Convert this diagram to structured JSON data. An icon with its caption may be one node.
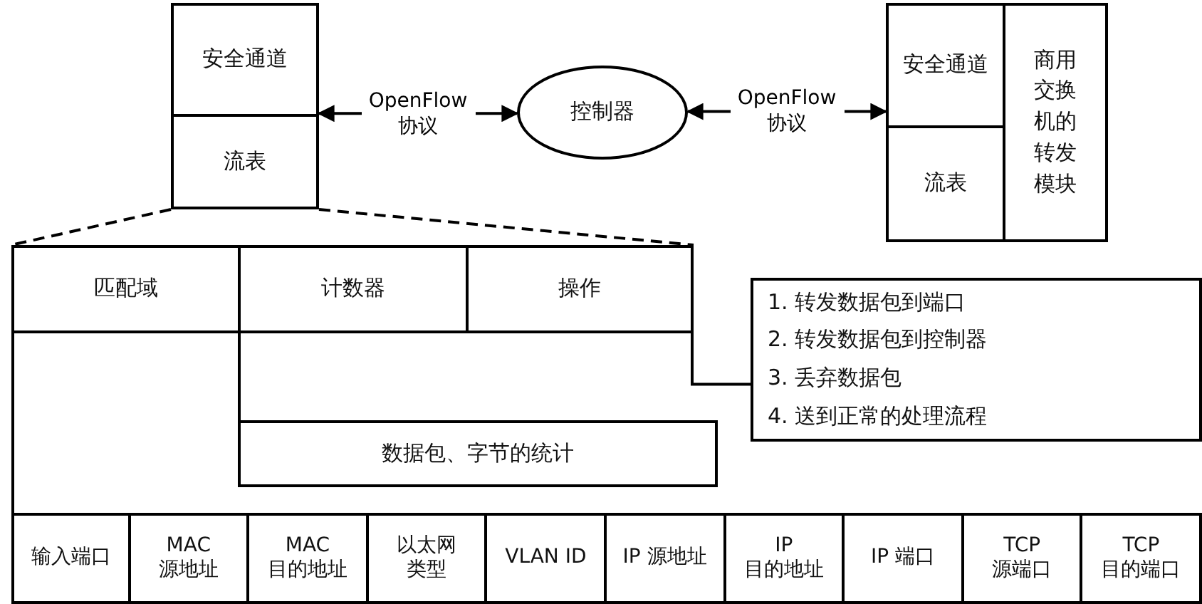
{
  "diagram": {
    "nodes": [
      {
        "text": [],
        "shape": "box"
      },
      {
        "text": [
          "安全通道"
        ],
        "in": 0
      },
      {
        "text": [
          "流表"
        ],
        "in": 0
      },
      {
        "text": [
          "控制器"
        ]
      },
      {
        "text": [],
        "shape": "box"
      },
      {
        "text": [
          "安全通道"
        ],
        "in": 4
      },
      {
        "text": [
          "流表"
        ],
        "in": 4
      },
      {
        "text": [
          "商用交换机的转发模块"
        ],
        "in": 4
      },
      {
        "text": [],
        "shape": "box"
      },
      {
        "text": [
          "匹配域"
        ],
        "in": 8
      },
      {
        "text": [
          "计数器"
        ],
        "in": 8
      },
      {
        "text": [
          "操作"
        ],
        "in": 8
      },
      {
        "text": [
          "1. 转发数据包到端口",
          "2. 转发数据包到控制器",
          "3. 丢弃数据包",
          "4. 送到正常的处理流程"
        ]
      },
      {
        "text": [
          "数据包、字节的统计"
        ]
      },
      {
        "text": [],
        "shape": "box"
      },
      {
        "text": [
          "输入端口"
        ],
        "in": 14
      },
      {
        "text": [
          "MAC 源地址"
        ],
        "in": 14
      },
      {
        "text": [
          "MAC 目的地址"
        ],
        "in": 14
      },
      {
        "text": [
          "以太网类型"
        ],
        "in": 14
      },
      {
        "text": [
          "VLAN ID"
        ],
        "in": 14
      },
      {
        "text": [
          "IP 源地址"
        ],
        "in": 14
      },
      {
        "text": [
          "IP 目的地址"
        ],
        "in": 14
      },
      {
        "text": [
          "IP 端口"
        ],
        "in": 14
      },
      {
        "text": [
          "TCP 源端口"
        ],
        "in": 14
      },
      {
        "text": [
          "TCP 目的端口"
        ],
        "in": 14
      }
    ],
    "edges": [
      {
        "from": 0,
        "to": 3,
        "arrow": "both",
        "label": "OpenFlow 协议"
      },
      {
        "from": 3,
        "to": 4,
        "arrow": "both",
        "label": "OpenFlow 协议"
      },
      {
        "from": 2,
        "to": 8,
        "arrow": "none",
        "style": "dashed"
      },
      {
        "from": 2,
        "to": 8,
        "arrow": "none",
        "style": "dashed"
      },
      {
        "from": 9,
        "to": 14,
        "arrow": "none"
      },
      {
        "from": 10,
        "to": 13,
        "arrow": "none"
      },
      {
        "from": 11,
        "to": 12,
        "arrow": "none"
      }
    ]
  }
}
